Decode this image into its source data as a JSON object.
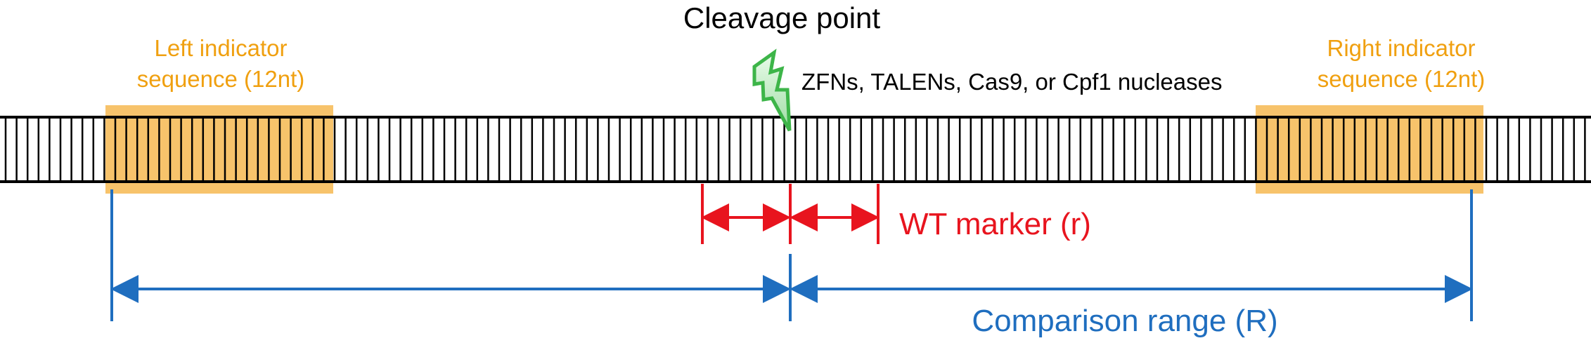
{
  "title": "Cleavage point",
  "nuclease_label": "ZFNs, TALENs, Cas9, or Cpf1 nucleases",
  "left_indicator": {
    "line1": "Left indicator",
    "line2": "sequence (12nt)"
  },
  "right_indicator": {
    "line1": "Right indicator",
    "line2": "sequence (12nt)"
  },
  "wt_marker_label": "WT marker (r)",
  "comparison_label": "Comparison range (R)",
  "icons": {
    "cleavage": "lightning-bolt-icon"
  },
  "colors": {
    "indicator_text": "#F0A010",
    "indicator_fill": "#F7C36B",
    "wt_marker": "#E8141E",
    "comparison": "#1F6EBF",
    "bolt_stroke": "#3DB549",
    "bolt_fill": "#C9EFCB",
    "strand": "#000000"
  }
}
